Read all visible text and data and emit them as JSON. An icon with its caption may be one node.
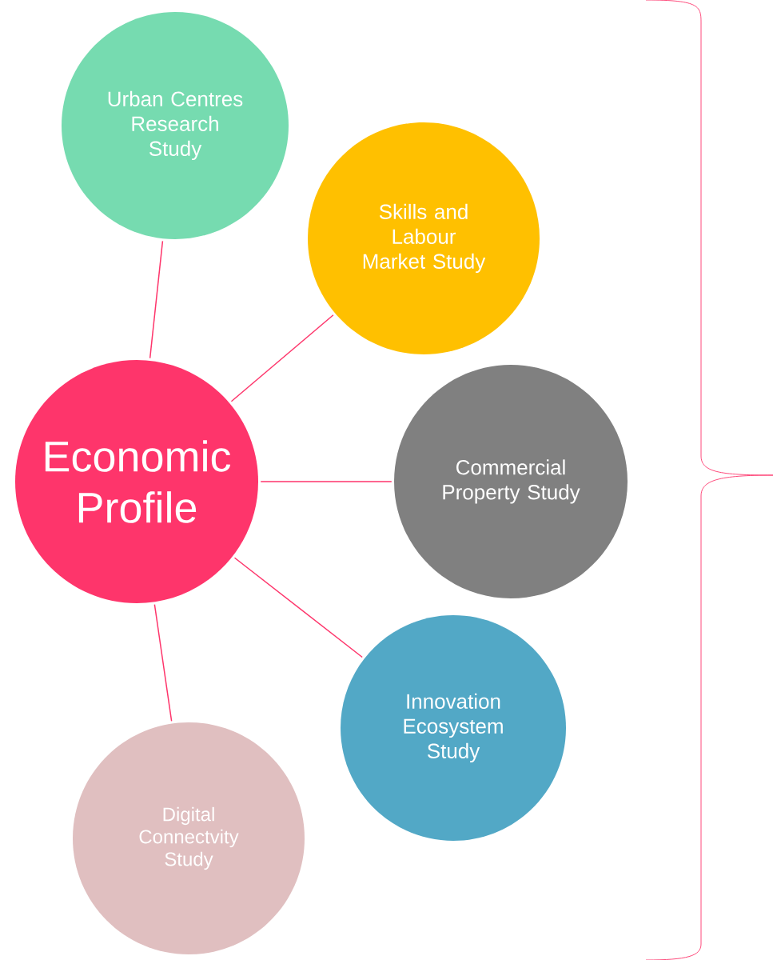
{
  "diagram": {
    "nodes": [
      {
        "text": [
          "Economic Profile"
        ]
      },
      {
        "text": [
          "Urban Centres Research Study"
        ]
      },
      {
        "text": [
          "Skills and Labour Market Study"
        ]
      },
      {
        "text": [
          "Commercial Property Study"
        ]
      },
      {
        "text": [
          "Innovation Ecosystem Study"
        ]
      },
      {
        "text": [
          "Digital Connectvity Study"
        ]
      }
    ],
    "edges": [
      {
        "from": 0,
        "to": 1,
        "arrow": "none"
      },
      {
        "from": 0,
        "to": 2,
        "arrow": "none"
      },
      {
        "from": 0,
        "to": 3,
        "arrow": "none"
      },
      {
        "from": 0,
        "to": 4,
        "arrow": "none"
      },
      {
        "from": 0,
        "to": 5,
        "arrow": "none"
      }
    ]
  }
}
